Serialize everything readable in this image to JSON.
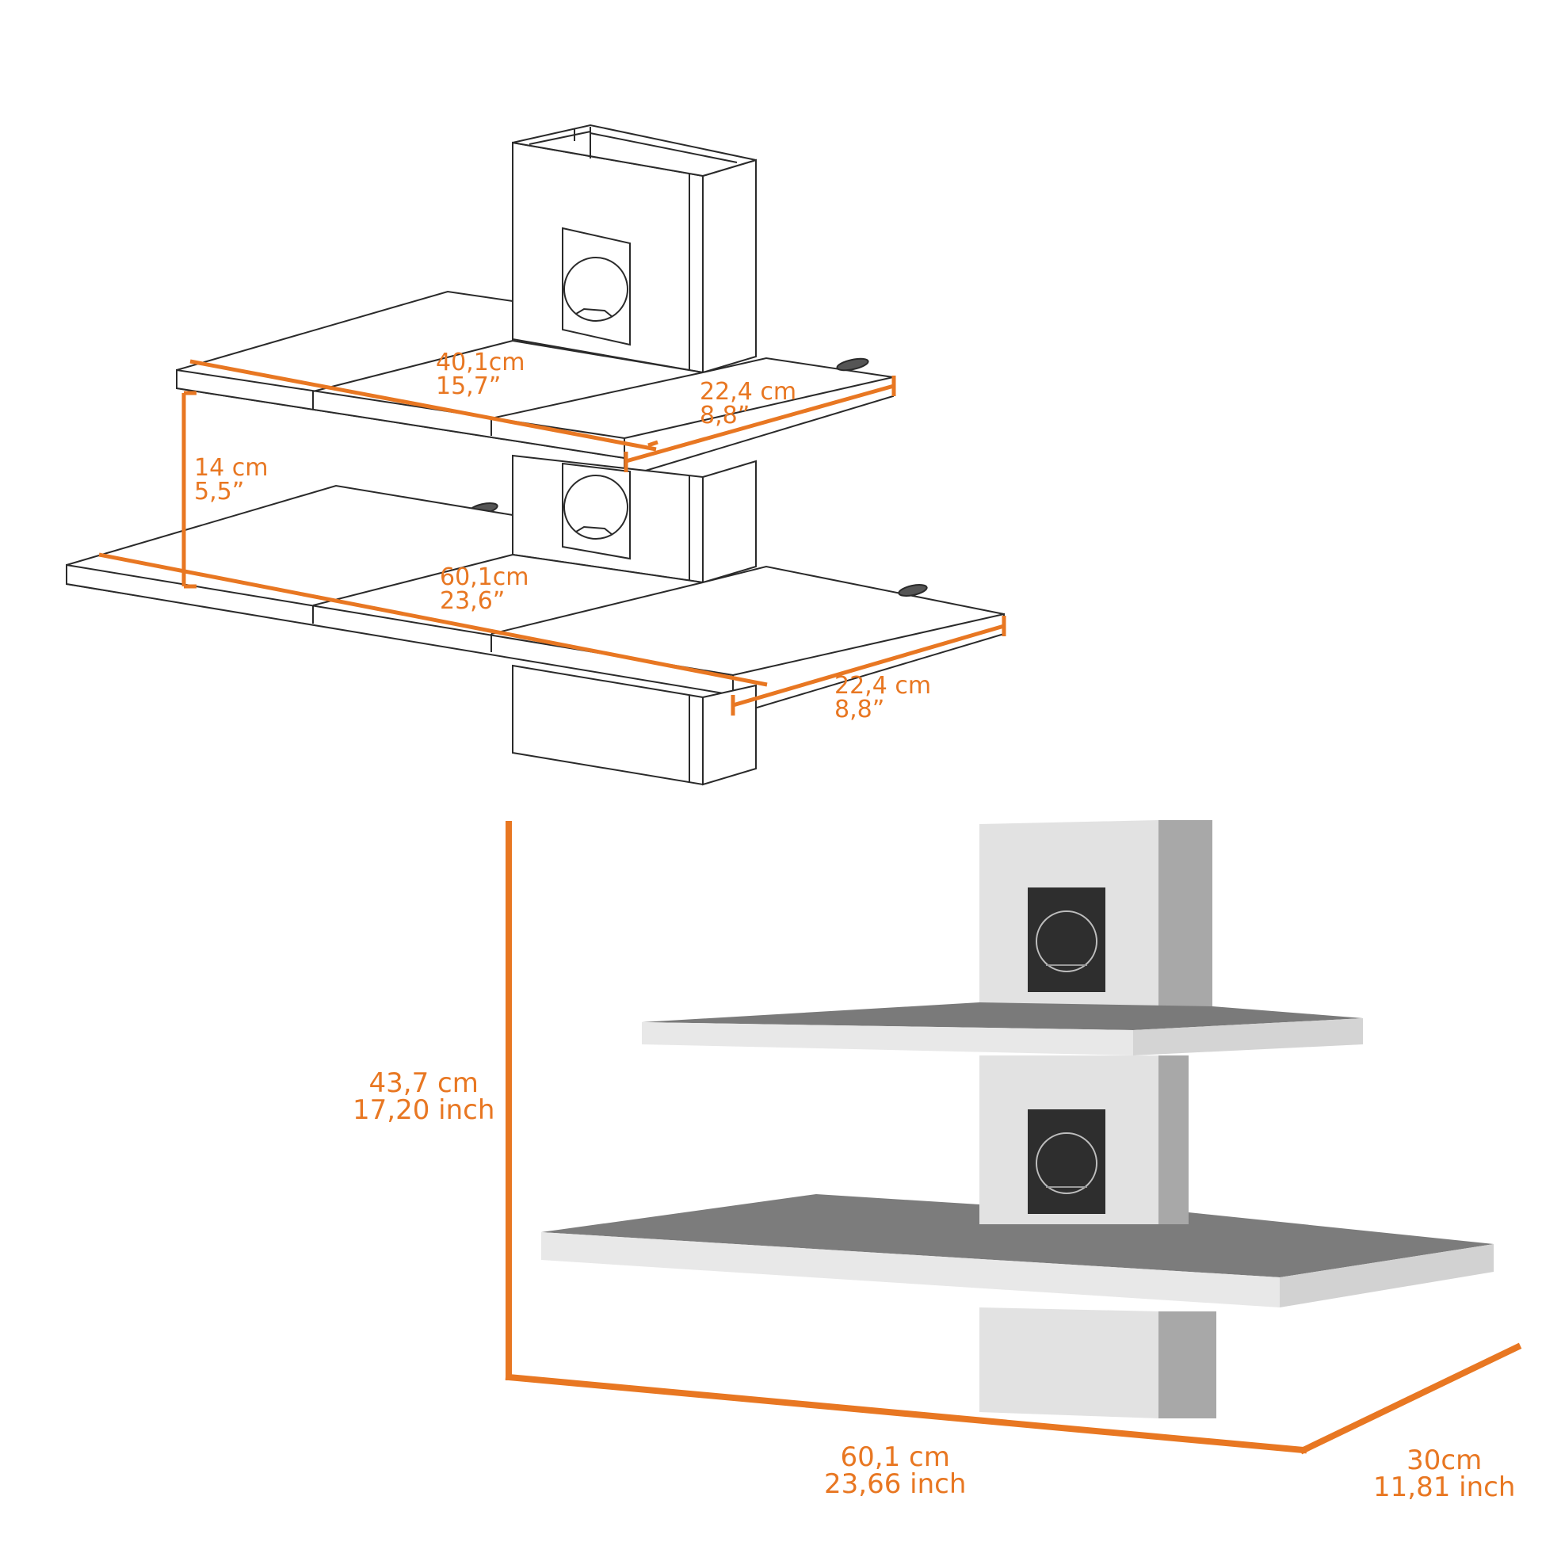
{
  "colors": {
    "dimension": "#e87722",
    "line": "#2a2a2a",
    "panel_light": "#e3e3e3",
    "panel_side": "#a6a6a6",
    "shelf_top": "#7a7a7a",
    "shelf_edge": "#e6e6e6",
    "grommet": "#2e2e2e"
  },
  "line_drawing": {
    "labels": {
      "top_shelf_length": {
        "cm": "40,1cm",
        "in": "15,7”"
      },
      "top_shelf_depth": {
        "cm": "22,4 cm",
        "in": "8,8”"
      },
      "shelf_spacing": {
        "cm": "14 cm",
        "in": "5,5”"
      },
      "bottom_shelf_length": {
        "cm": "60,1cm",
        "in": "23,6”"
      },
      "bottom_shelf_depth": {
        "cm": "22,4 cm",
        "in": "8,8”"
      }
    }
  },
  "render": {
    "labels": {
      "height": {
        "cm": "43,7 cm",
        "in": "17,20 inch"
      },
      "width": {
        "cm": "60,1 cm",
        "in": "23,66 inch"
      },
      "depth": {
        "cm": "30cm",
        "in": "11,81 inch"
      }
    }
  }
}
